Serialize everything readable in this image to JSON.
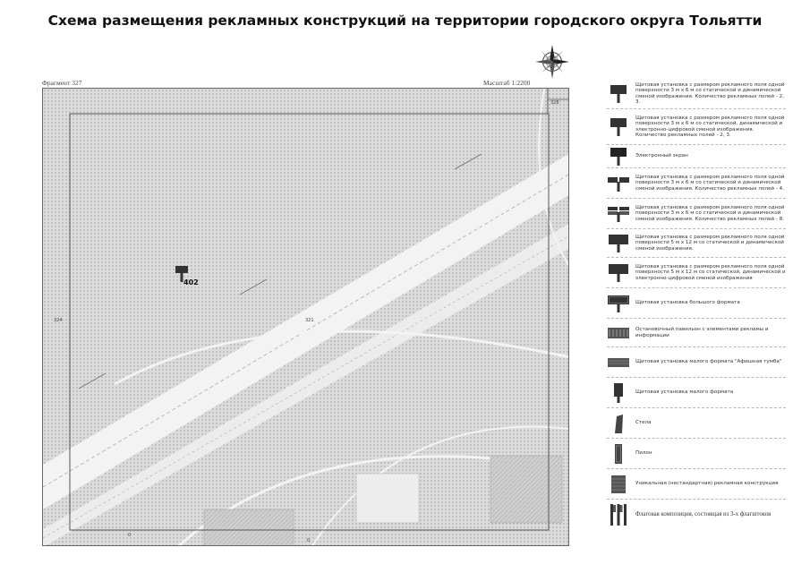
{
  "title": "Схема размещения рекламных конструкций на территории городского округа Тольятти",
  "map": {
    "fragment_label": "Фрагмент 327",
    "scale_label": "Масштаб 1:2200",
    "corner_number": "328",
    "left_number": "324",
    "center_number": "321",
    "bottom_number_a": "0",
    "bottom_number_b": "0",
    "marker_id": "402"
  },
  "legend": [
    {
      "icon": "billboard-icon",
      "text": "Щитовая установка с размером рекламного поля одной поверхности 3 м х 6 м со статической и динамической сменой изображения. Количество рекламных полей - 2, 3."
    },
    {
      "icon": "billboard-icon",
      "text": "Щитовая установка с размером рекламного поля одной поверхности 3 м х 6 м со статической, динамической и электронно-цифровой сменой изображения. Количество рекламных полей - 2, 3."
    },
    {
      "icon": "screen-icon",
      "text": "Электронный экран"
    },
    {
      "icon": "double-billboard-icon",
      "text": "Щитовая установка с размером рекламного поля одной поверхности 3 м х 6 м со статической и динамической сменой изображения. Количество рекламных полей - 4."
    },
    {
      "icon": "multi-billboard-icon",
      "text": "Щитовая установка с размером рекламного поля одной поверхности 3 м х 6 м со статической и динамической сменой изображения. Количество рекламных полей - 8."
    },
    {
      "icon": "large-billboard-icon",
      "text": "Щитовая установка с размером рекламного поля одной поверхности 5 м х 12 м со статической и динамической сменой изображения."
    },
    {
      "icon": "large-billboard-icon",
      "text": "Щитовая установка с размером рекламного поля одной поверхности 5 м х 12 м со статической, динамической и электронно-цифровой сменой изображения"
    },
    {
      "icon": "big-format-icon",
      "text": "Щитовая установка большого формата"
    },
    {
      "icon": "pavilion-icon",
      "text": "Остановочный павильон с элементами рекламы и информации"
    },
    {
      "icon": "small-format-icon",
      "text": "Щитовая установка малого формата \"Афишная тумба\""
    },
    {
      "icon": "small-panel-icon",
      "text": "Щитовая установка малого формата"
    },
    {
      "icon": "stela-icon",
      "text": "Стела"
    },
    {
      "icon": "pylon-icon",
      "text": "Пилон"
    },
    {
      "icon": "unique-structure-icon",
      "text": "Уникальная (нестандартная) рекламная конструкция"
    },
    {
      "icon": "flag-composition-icon",
      "text": "Флаговая композиция, состоящая из 3-х флагштоков"
    }
  ],
  "colors": {
    "map_background": "#d8d8d8",
    "road": "#f4f4f4",
    "marker": "#333333"
  }
}
